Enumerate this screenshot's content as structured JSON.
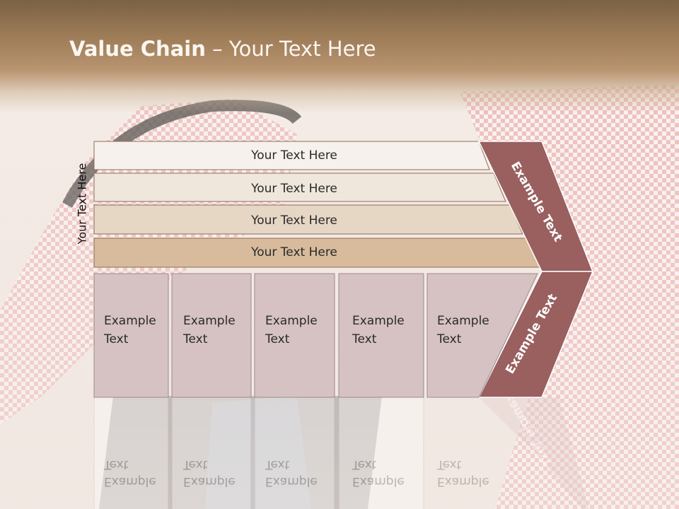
{
  "slide": {
    "title_bold": "Value Chain",
    "title_rest": " – Your Text Here",
    "side_label": "Your Text Here"
  },
  "diagram": {
    "rows": [
      "Your Text Here",
      "Your Text Here",
      "Your Text Here",
      "Your Text Here"
    ],
    "cells": [
      {
        "line1": "Example",
        "line2": "Text"
      },
      {
        "line1": "Example",
        "line2": "Text"
      },
      {
        "line1": "Example",
        "line2": "Text"
      },
      {
        "line1": "Example",
        "line2": "Text"
      },
      {
        "line1": "Example",
        "line2": "Text"
      }
    ],
    "arrow_upper_label": "Example Text",
    "arrow_lower_label": "Example Text"
  },
  "colors": {
    "row_fills": [
      "#f6f1ec",
      "#efe6dc",
      "#e6d6c4",
      "#d7bb9c"
    ],
    "cell_fill": "#d6c2c2",
    "arrow_fill": "#9a5f5f"
  }
}
